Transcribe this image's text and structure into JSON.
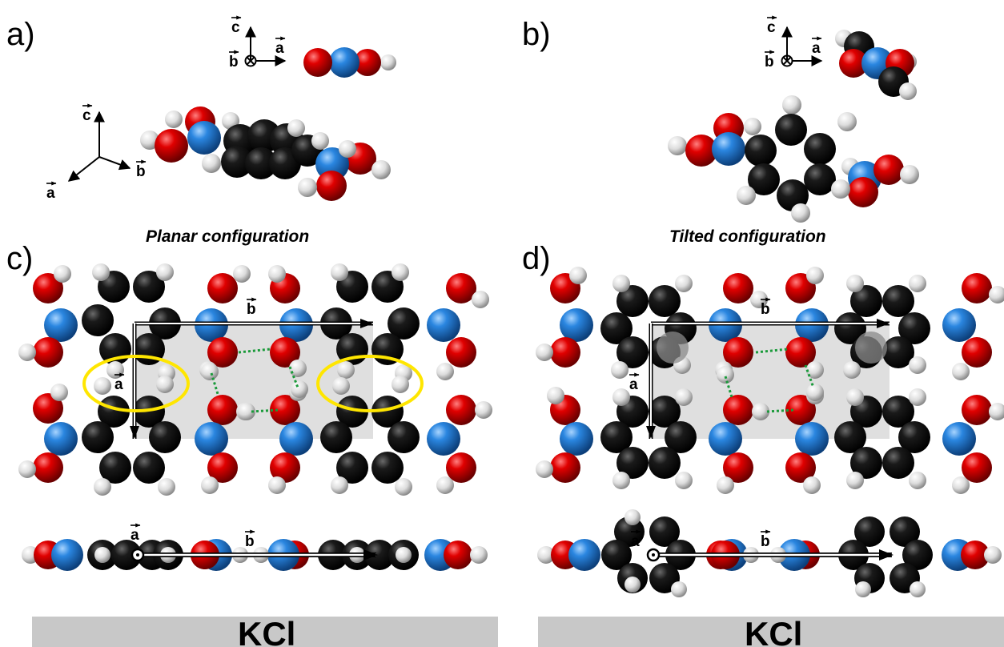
{
  "panels": {
    "a": "a)",
    "b": "b)",
    "c": "c)",
    "d": "d)"
  },
  "captions": {
    "planar": "Planar configuration",
    "tilted": "Tilted configuration"
  },
  "axes": {
    "a": "a",
    "b": "b",
    "c": "c"
  },
  "substrate": {
    "left": "KCl",
    "right": "KCl"
  },
  "colors": {
    "carbon": "#0d0d0d",
    "oxygen": "#d80000",
    "nitrogen": "#1e78d2",
    "hydrogen": "#e6e6e6",
    "unit_cell": "#d9d9d9",
    "hbond": "#1a9a3a",
    "highlight": "#ffe600",
    "substrate": "#c8c8c8"
  }
}
